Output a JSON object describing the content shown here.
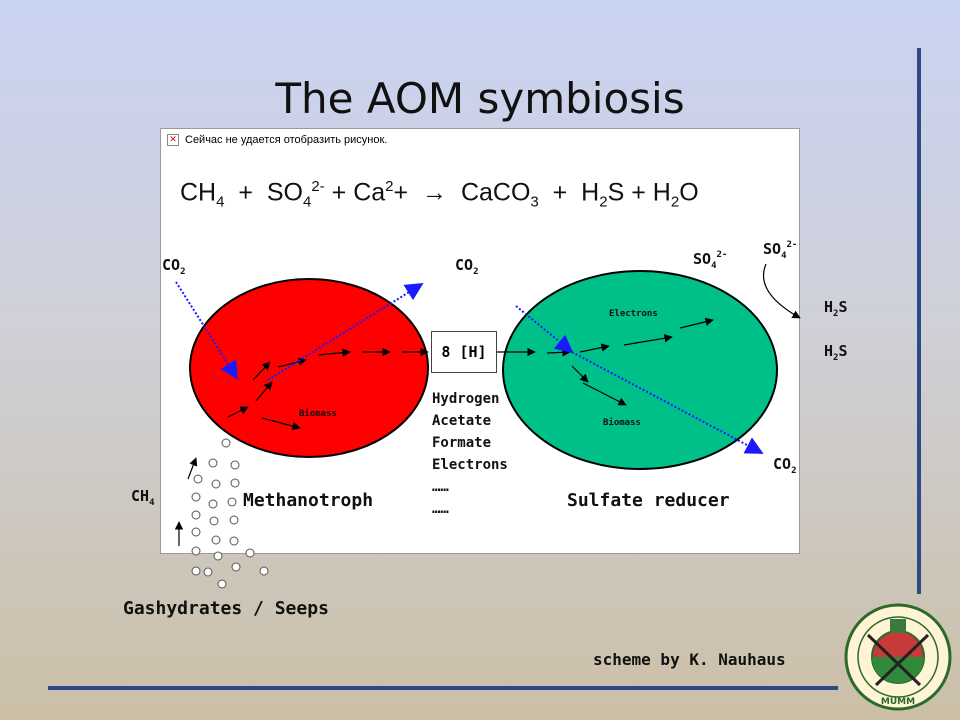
{
  "title": "The AOM symbiosis",
  "broken_image_text": "Сейчас не удается отобразить рисунок.",
  "equation": {
    "ch": "CH",
    "ch_sub": "4",
    "plus1": "+",
    "so": "SO",
    "so_sub": "4",
    "so_sup": "2-",
    "plus2": "+",
    "ca": "Ca",
    "ca_sup": "2",
    "ca_tail": "+",
    "arrow": "→",
    "caco": "CaCO",
    "caco_sub": "3",
    "plus3": "+",
    "h2s": "H",
    "h2s_sub": "2",
    "h2s_tail": "S",
    "plus4": "+",
    "h2o": "H",
    "h2o_sub": "2",
    "h2o_tail": "O"
  },
  "labels": {
    "co2_left": "CO",
    "co2_left_sub": "2",
    "co2_mid": "CO",
    "co2_mid_sub": "2",
    "co2_right": "CO",
    "co2_right_sub": "2",
    "so4_a": "SO",
    "so4_a_sub": "4",
    "so4_a_sup": "2-",
    "so4_b": "SO",
    "so4_b_sub": "4",
    "so4_b_sup": "2-",
    "h2s_a": "H",
    "h2s_a_sub": "2",
    "h2s_a_tail": "S",
    "h2s_b": "H",
    "h2s_b_sub": "2",
    "h2s_b_tail": "S",
    "ch4": "CH",
    "ch4_sub": "4",
    "biomass_left": "Biomass",
    "biomass_right": "Biomass",
    "electrons": "Electrons",
    "intermediate": "8 [H]",
    "methanotroph": "Methanotroph",
    "sulfate_reducer": "Sulfate reducer",
    "gashydrates": "Gashydrates /  Seeps",
    "credit": "scheme by K. Nauhaus"
  },
  "intermediates_list": [
    "Hydrogen",
    "Acetate",
    "Formate",
    "Electrons",
    "……",
    "……"
  ],
  "colors": {
    "methanotroph_cell": "#ff0000",
    "sulfate_reducer_cell": "#00c08a",
    "accent_bars": "#2c4a86",
    "co2_arrows": "#1a1aff"
  },
  "logo_text": "MUMM"
}
